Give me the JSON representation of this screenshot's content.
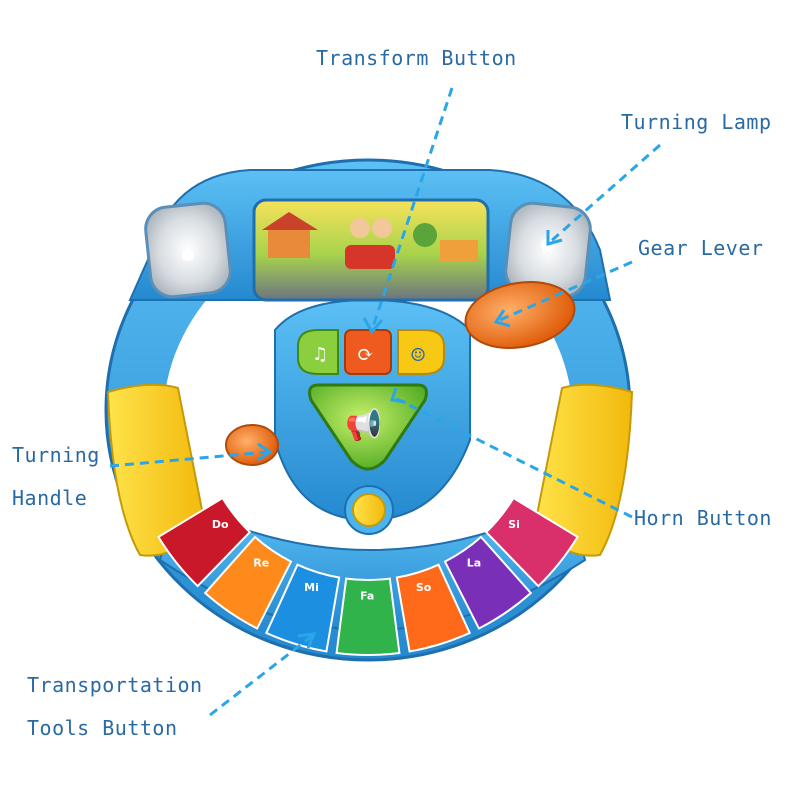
{
  "labels": {
    "transform": "Transform Button",
    "turning_lamp": "Turning Lamp",
    "gear_lever": "Gear Lever",
    "turning_handle_1": "Turning",
    "turning_handle_2": "Handle",
    "horn": "Horn Button",
    "transport_1": "Transportation",
    "transport_2": "Tools Button"
  },
  "keys": [
    {
      "note": "Do",
      "color": "#c8182a"
    },
    {
      "note": "Re",
      "color": "#ff8a1c"
    },
    {
      "note": "Mi",
      "color": "#1d8fe0"
    },
    {
      "note": "Fa",
      "color": "#2fb34a"
    },
    {
      "note": "So",
      "color": "#ff6a1a"
    },
    {
      "note": "La",
      "color": "#7a2fb8"
    },
    {
      "note": "Si",
      "color": "#d9306b"
    }
  ],
  "icons": {
    "music": "music-note-icon",
    "transform": "refresh-icon",
    "face": "smiley-face-icon",
    "horn": "horn-icon"
  },
  "colors": {
    "wheel_blue": "#3ba7e6",
    "callout_text": "#2a6aa3",
    "arrow": "#2aa6e8",
    "grip_yellow": "#f7d417",
    "gear_orange": "#f37a1c"
  }
}
